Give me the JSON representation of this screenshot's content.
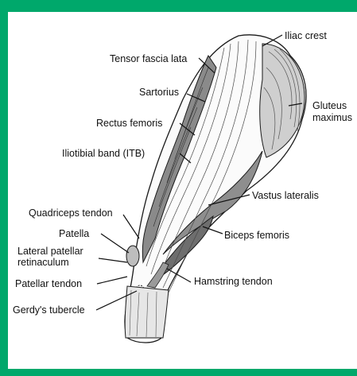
{
  "colors": {
    "frame": "#00a86b",
    "panel": "#ffffff",
    "ink": "#111111",
    "muscle_shade": "#7a7a7a"
  },
  "diagram": {
    "labels": {
      "iliac_crest": "Iliac crest",
      "tensor_fascia_lata": "Tensor fascia lata",
      "sartorius": "Sartorius",
      "rectus_femoris": "Rectus femoris",
      "iliotibial_band": "Iliotibial band (ITB)",
      "quadriceps_tendon": "Quadriceps tendon",
      "patella": "Patella",
      "lateral_patellar_1": "Lateral patellar",
      "lateral_patellar_2": "retinaculum",
      "patellar_tendon": "Patellar tendon",
      "gerdys_tubercle": "Gerdy's tubercle",
      "gluteus_1": "Gluteus",
      "gluteus_2": "maximus",
      "vastus_lateralis": "Vastus lateralis",
      "biceps_femoris": "Biceps femoris",
      "hamstring_tendon": "Hamstring tendon"
    }
  }
}
